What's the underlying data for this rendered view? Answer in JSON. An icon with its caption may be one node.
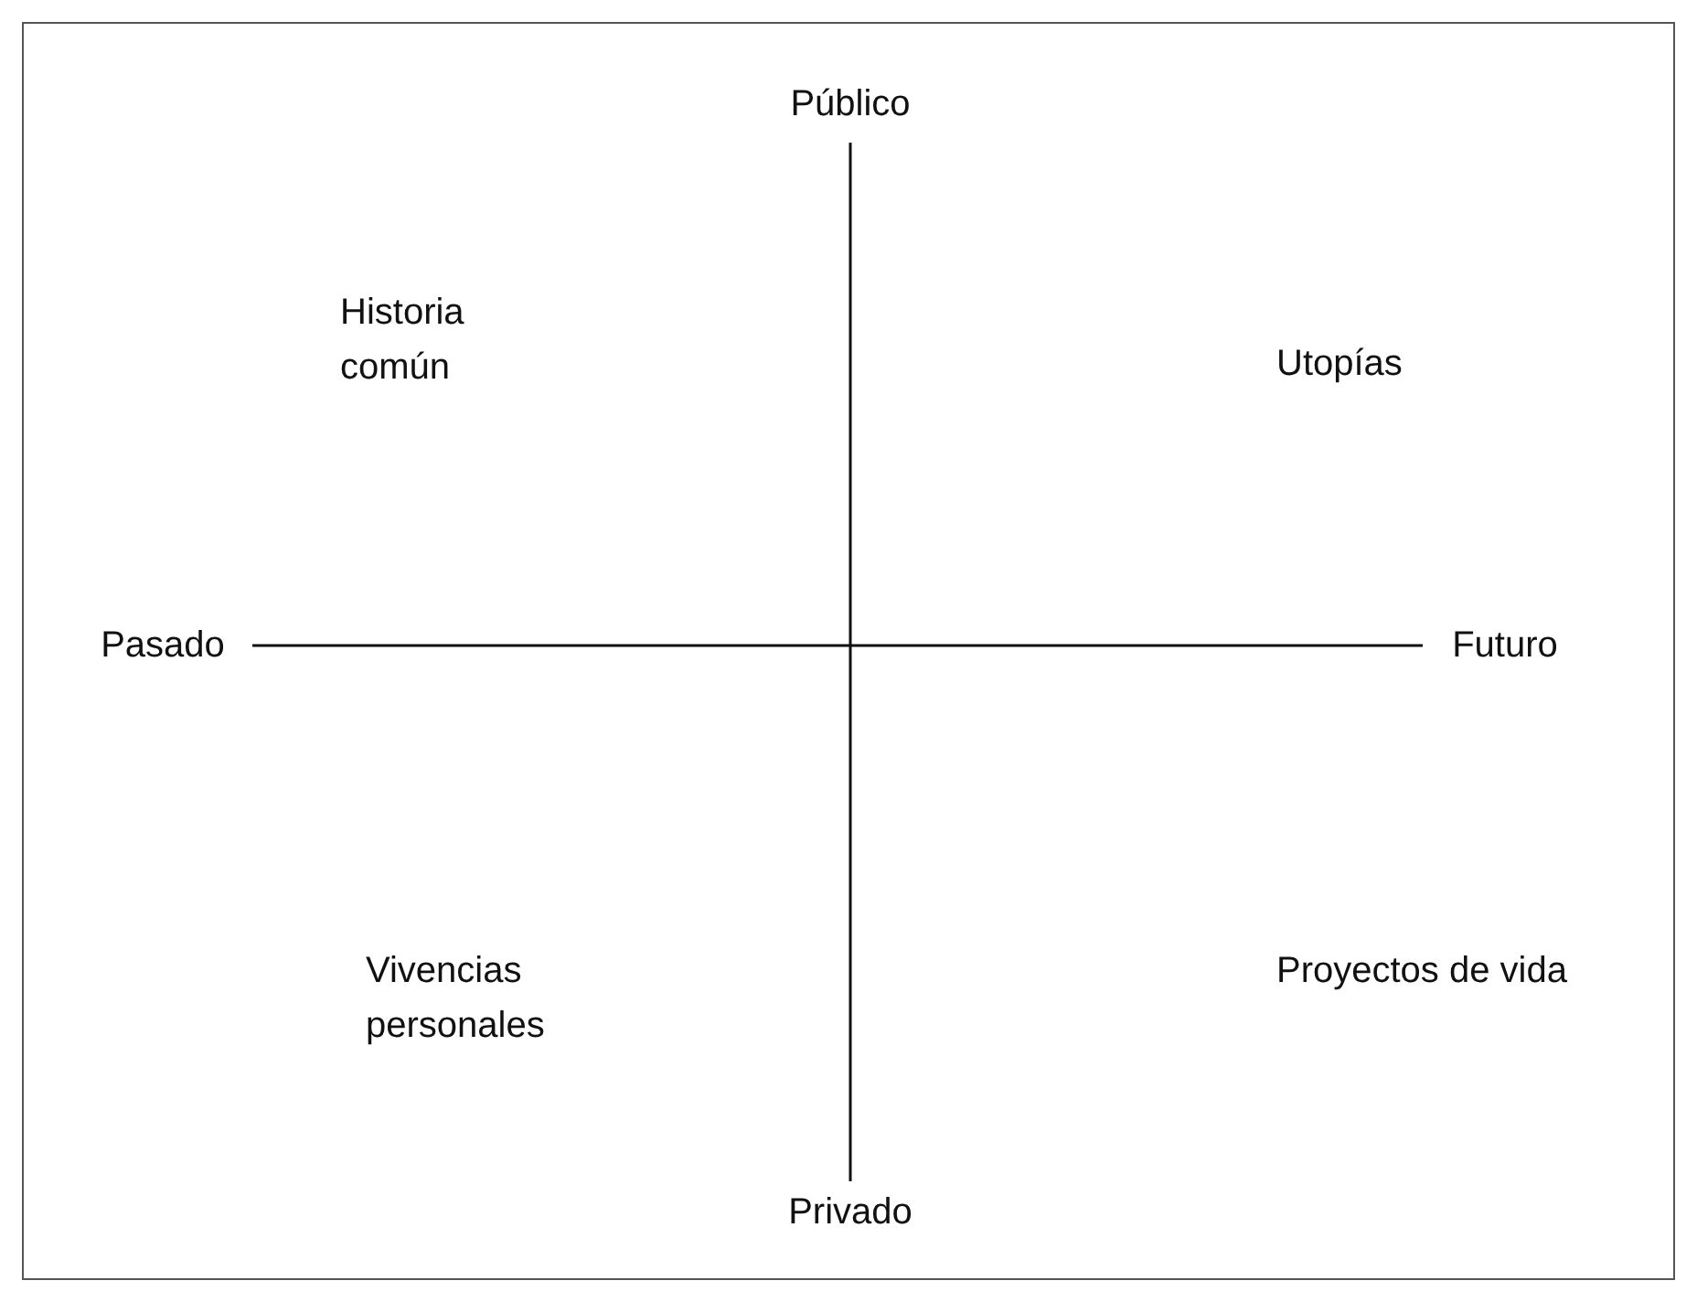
{
  "diagram": {
    "nodes": [
      {
        "text": [
          "Público"
        ]
      },
      {
        "text": [
          "Pasado"
        ]
      },
      {
        "text": [
          "Futuro"
        ]
      },
      {
        "text": [
          "Privado"
        ]
      }
    ],
    "edges": [
      {
        "from": 1,
        "to": 2,
        "arrow": "none"
      },
      {
        "from": 0,
        "to": 3,
        "arrow": "none"
      }
    ],
    "labels": [
      "Historia común",
      "Utopías",
      "Vivencias personales",
      "Proyectos de vida"
    ]
  }
}
